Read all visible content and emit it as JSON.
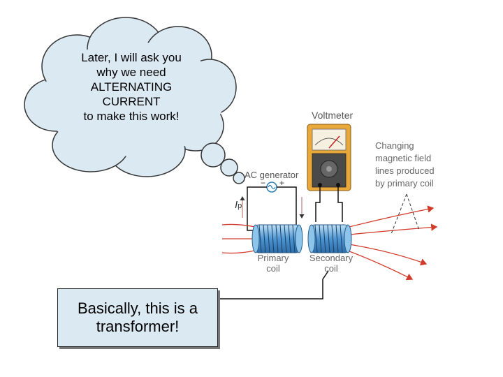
{
  "thought_bubble": {
    "lines": [
      "Later, I will ask you",
      "why we need",
      "ALTERNATING",
      "CURRENT",
      "to make this work!"
    ]
  },
  "callout": {
    "lines": [
      "Basically, this is a",
      "transformer!"
    ]
  },
  "diagram": {
    "voltmeter_label": "Voltmeter",
    "ac_generator_label": "AC generator",
    "current_label": "I",
    "current_subscript": "p",
    "primary_coil_label": [
      "Primary",
      "coil"
    ],
    "secondary_coil_label": [
      "Secondary",
      "coil"
    ],
    "field_label": [
      "Changing",
      "magnetic field",
      "lines produced",
      "by primary coil"
    ],
    "polarity_minus": "−",
    "polarity_plus": "+"
  },
  "colors": {
    "cloud_fill": "#dbe9f3",
    "callout_fill": "#dbe9f3",
    "coil_blue": "#5aa0d8",
    "field_line_red": "#d23a2a",
    "voltmeter_body": "#e8a83a"
  }
}
